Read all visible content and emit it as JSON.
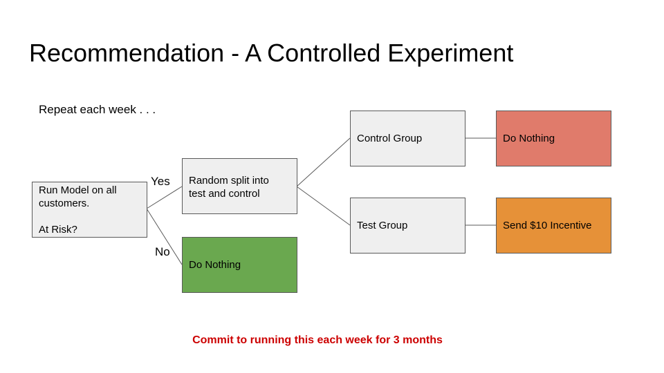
{
  "title": "Recommendation - A Controlled Experiment",
  "subtitle": "Repeat each week . . .",
  "nodes": {
    "run_model": "Run Model on all\ncustomers.\n\nAt Risk?",
    "random_split": "Random split into\ntest and control",
    "do_nothing_no": "Do Nothing",
    "control_group": "Control Group",
    "test_group": "Test Group",
    "do_nothing_control": "Do Nothing",
    "send_incentive": "Send $10 Incentive"
  },
  "edge_labels": {
    "yes": "Yes",
    "no": "No"
  },
  "footer": "Commit to running this each week for 3 months",
  "colors": {
    "box_grey": "#efefef",
    "box_border": "#595959",
    "do_nothing_green": "#6aa84f",
    "do_nothing_red": "#e07b6b",
    "incentive_orange": "#e69138",
    "footer_red": "#cc0000"
  }
}
